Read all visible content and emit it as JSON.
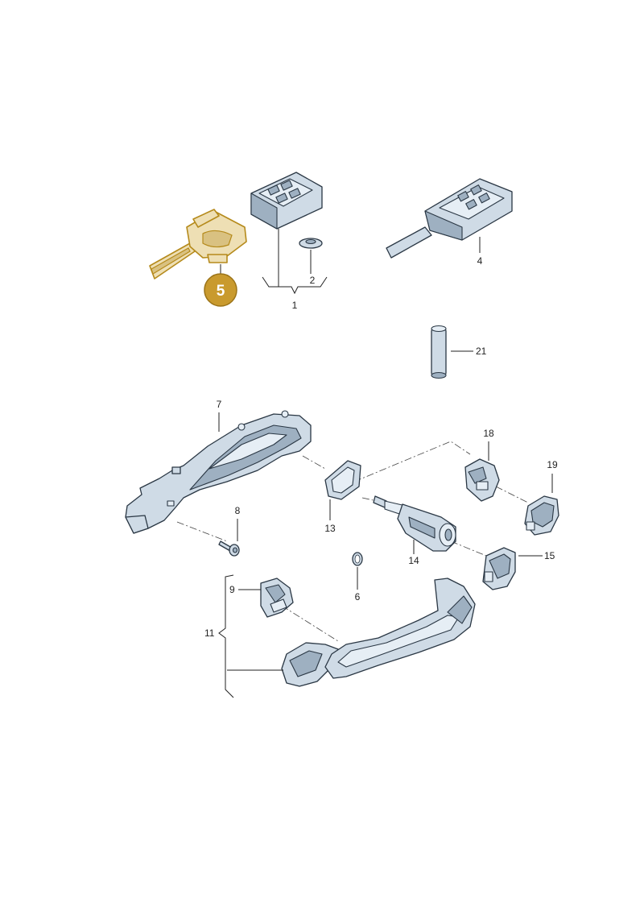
{
  "diagram": {
    "highlighted_part": "5",
    "labels": {
      "p1": "1",
      "p2": "2",
      "p4": "4",
      "p5": "5",
      "p6": "6",
      "p7": "7",
      "p8": "8",
      "p9": "9",
      "p11": "11",
      "p13": "13",
      "p14": "14",
      "p15": "15",
      "p18": "18",
      "p19": "19",
      "p21": "21"
    },
    "colors": {
      "part_fill": "#cfdbe6",
      "part_outline": "#2a3744",
      "highlight_fill": "#eedfb4",
      "highlight_outline": "#b58a1b",
      "badge": "#c99a2e"
    }
  }
}
